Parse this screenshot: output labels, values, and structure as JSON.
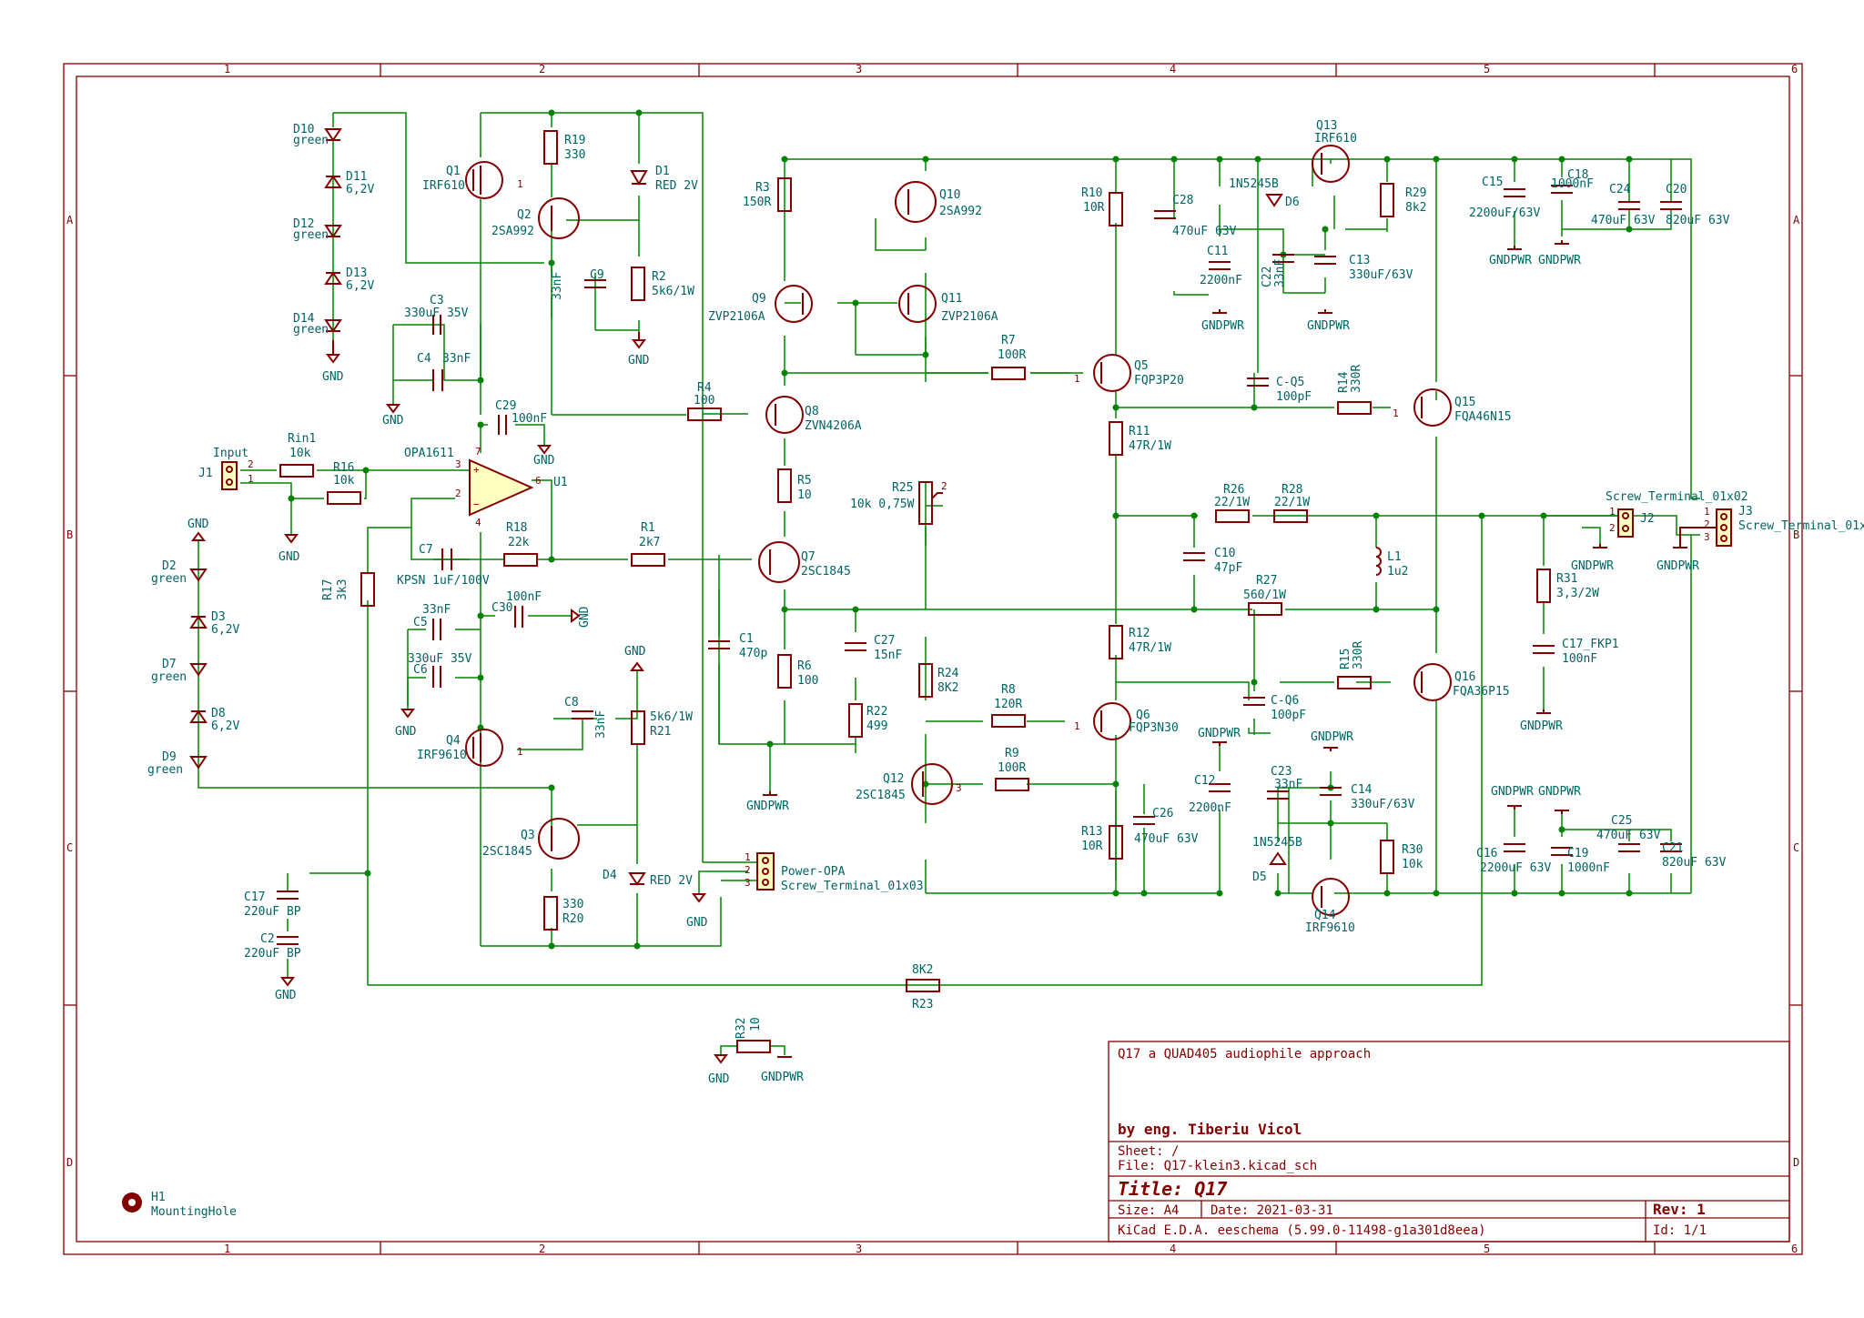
{
  "frame": {
    "cols": [
      "1",
      "2",
      "3",
      "4",
      "5",
      "6"
    ],
    "rows": [
      "A",
      "B",
      "C",
      "D"
    ]
  },
  "title_block": {
    "project": "Q17 a QUAD405 audiophile approach",
    "author": "by eng. Tiberiu Vicol",
    "sheet": "Sheet: /",
    "file": "File: Q17-klein3.kicad_sch",
    "title": "Title: Q17",
    "size": "Size: A4",
    "date": "Date: 2021-03-31",
    "rev": "Rev: 1",
    "tool": "KiCad E.D.A.  eeschema (5.99.0-11498-g1a301d8eea)",
    "id": "Id: 1/1"
  },
  "components": {
    "D10": {
      "ref": "D10",
      "val": "green"
    },
    "D11": {
      "ref": "D11",
      "val": "6,2V"
    },
    "D12": {
      "ref": "D12",
      "val": "green"
    },
    "D13": {
      "ref": "D13",
      "val": "6,2V"
    },
    "D14": {
      "ref": "D14",
      "val": "green"
    },
    "Q1": {
      "ref": "Q1",
      "val": "IRF610"
    },
    "Q2": {
      "ref": "Q2",
      "val": "2SA992"
    },
    "R19": {
      "ref": "R19",
      "val": "330"
    },
    "D1": {
      "ref": "D1",
      "val": "RED 2V"
    },
    "R2": {
      "ref": "R2",
      "val": "5k6/1W"
    },
    "C9": {
      "ref": "C9",
      "val": "33nF"
    },
    "C3": {
      "ref": "C3",
      "val": "330uF 35V"
    },
    "C4": {
      "ref": "C4",
      "val": "33nF"
    },
    "C29": {
      "ref": "C29",
      "val": "100nF"
    },
    "U1": {
      "ref": "U1",
      "val": "OPA1611"
    },
    "J1": {
      "ref": "J1",
      "val": "Input"
    },
    "Rin1": {
      "ref": "Rin1",
      "val": "10k"
    },
    "R16": {
      "ref": "R16",
      "val": "10k"
    },
    "R18": {
      "ref": "R18",
      "val": "22k"
    },
    "C7": {
      "ref": "C7",
      "val": "KPSN 1uF/100V"
    },
    "R17": {
      "ref": "R17",
      "val": "3k3"
    },
    "R1": {
      "ref": "R1",
      "val": "2k7"
    },
    "R4": {
      "ref": "R4",
      "val": "100"
    },
    "C30": {
      "ref": "C30",
      "val": "100nF"
    },
    "C5": {
      "ref": "C5",
      "val": "33nF"
    },
    "C6": {
      "ref": "C6",
      "val": "330uF 35V"
    },
    "D2": {
      "ref": "D2",
      "val": "green"
    },
    "D3": {
      "ref": "D3",
      "val": "6,2V"
    },
    "D7": {
      "ref": "D7",
      "val": "green"
    },
    "D8": {
      "ref": "D8",
      "val": "6,2V"
    },
    "D9": {
      "ref": "D9",
      "val": "green"
    },
    "Q4": {
      "ref": "Q4",
      "val": "IRF9610"
    },
    "C8": {
      "ref": "C8",
      "val": "33nF"
    },
    "R21": {
      "ref": "R21",
      "val": "5k6/1W"
    },
    "Q3": {
      "ref": "Q3",
      "val": "2SC1845"
    },
    "R20": {
      "ref": "R20",
      "val": "330"
    },
    "D4": {
      "ref": "D4",
      "val": "RED 2V"
    },
    "C17": {
      "ref": "C17",
      "val": "220uF BP"
    },
    "C2": {
      "ref": "C2",
      "val": "220uF BP"
    },
    "R3": {
      "ref": "R3",
      "val": "150R"
    },
    "Q10": {
      "ref": "Q10",
      "val": "2SA992"
    },
    "Q9": {
      "ref": "Q9",
      "val": "ZVP2106A"
    },
    "Q11": {
      "ref": "Q11",
      "val": "ZVP2106A"
    },
    "Q8": {
      "ref": "Q8",
      "val": "ZVN4206A"
    },
    "R5": {
      "ref": "R5",
      "val": "10"
    },
    "Q7": {
      "ref": "Q7",
      "val": "2SC1845"
    },
    "C1": {
      "ref": "C1",
      "val": "470p"
    },
    "R6": {
      "ref": "R6",
      "val": "100"
    },
    "C27": {
      "ref": "C27",
      "val": "15nF"
    },
    "R22": {
      "ref": "R22",
      "val": "499"
    },
    "R25": {
      "ref": "R25",
      "val": "10k 0,75W"
    },
    "R24": {
      "ref": "R24",
      "val": "8K2"
    },
    "Q12": {
      "ref": "Q12",
      "val": "2SC1845"
    },
    "J_OPA": {
      "ref": "Power-OPA",
      "val": "Screw_Terminal_01x03"
    },
    "R7": {
      "ref": "R7",
      "val": "100R"
    },
    "R8": {
      "ref": "R8",
      "val": "120R"
    },
    "R9": {
      "ref": "R9",
      "val": "100R"
    },
    "R10": {
      "ref": "R10",
      "val": "10R"
    },
    "R11": {
      "ref": "R11",
      "val": "47R/1W"
    },
    "R12": {
      "ref": "R12",
      "val": "47R/1W"
    },
    "R13": {
      "ref": "R13",
      "val": "10R"
    },
    "Q5": {
      "ref": "Q5",
      "val": "FQP3P20"
    },
    "Q6": {
      "ref": "Q6",
      "val": "FQP3N30"
    },
    "C28": {
      "ref": "C28",
      "val": "470uF 63V"
    },
    "C11": {
      "ref": "C11",
      "val": "2200nF"
    },
    "C26": {
      "ref": "C26",
      "val": "470uF 63V"
    },
    "C12": {
      "ref": "C12",
      "val": "2200nF"
    },
    "D6": {
      "ref": "D6",
      "val": "1N5245B"
    },
    "C22": {
      "ref": "C22",
      "val": "33nF"
    },
    "C13": {
      "ref": "C13",
      "val": "330uF/63V"
    },
    "Q13": {
      "ref": "Q13",
      "val": "IRF610"
    },
    "R29": {
      "ref": "R29",
      "val": "8k2"
    },
    "CQ5": {
      "ref": "C-Q5",
      "val": "100pF"
    },
    "CQ6": {
      "ref": "C-Q6",
      "val": "100pF"
    },
    "R14": {
      "ref": "R14",
      "val": "330R"
    },
    "R15": {
      "ref": "R15",
      "val": "330R"
    },
    "Q15": {
      "ref": "Q15",
      "val": "FQA46N15"
    },
    "Q16": {
      "ref": "Q16",
      "val": "FQA36P15"
    },
    "C23": {
      "ref": "C23",
      "val": "33nF"
    },
    "C14": {
      "ref": "C14",
      "val": "330uF/63V"
    },
    "D5": {
      "ref": "D5",
      "val": "1N5245B"
    },
    "Q14": {
      "ref": "Q14",
      "val": "IRF9610"
    },
    "R30": {
      "ref": "R30",
      "val": "10k"
    },
    "R26": {
      "ref": "R26",
      "val": "22/1W"
    },
    "R28": {
      "ref": "R28",
      "val": "22/1W"
    },
    "C10": {
      "ref": "C10",
      "val": "47pF"
    },
    "R27": {
      "ref": "R27",
      "val": "560/1W"
    },
    "L1": {
      "ref": "L1",
      "val": "1u2"
    },
    "C15": {
      "ref": "C15",
      "val": "2200uF/63V"
    },
    "C18": {
      "ref": "C18",
      "val": "1000nF"
    },
    "C24": {
      "ref": "C24",
      "val": "470uF 63V"
    },
    "C20": {
      "ref": "C20",
      "val": "820uF 63V"
    },
    "C16": {
      "ref": "C16",
      "val": "2200uF 63V"
    },
    "C19": {
      "ref": "C19",
      "val": "1000nF"
    },
    "C25": {
      "ref": "C25",
      "val": "470uF 63V"
    },
    "C21": {
      "ref": "C21",
      "val": "820uF 63V"
    },
    "J2": {
      "ref": "J2",
      "val": "Screw_Terminal_01x02"
    },
    "J3": {
      "ref": "J3",
      "val": "Screw_Terminal_01x03"
    },
    "R31": {
      "ref": "R31",
      "val": "3,3/2W"
    },
    "C17F": {
      "ref": "C17_FKP1",
      "val": "100nF"
    },
    "R23": {
      "ref": "R23",
      "val": "8K2"
    },
    "R32": {
      "ref": "R32",
      "val": "10"
    },
    "H1": {
      "ref": "H1",
      "val": "MountingHole"
    }
  },
  "power": {
    "gnd": "GND",
    "gndpwr": "GNDPWR"
  },
  "colors": {
    "wire": "#008400",
    "part": "#840000",
    "text": "#006464",
    "frame": "#840000"
  }
}
